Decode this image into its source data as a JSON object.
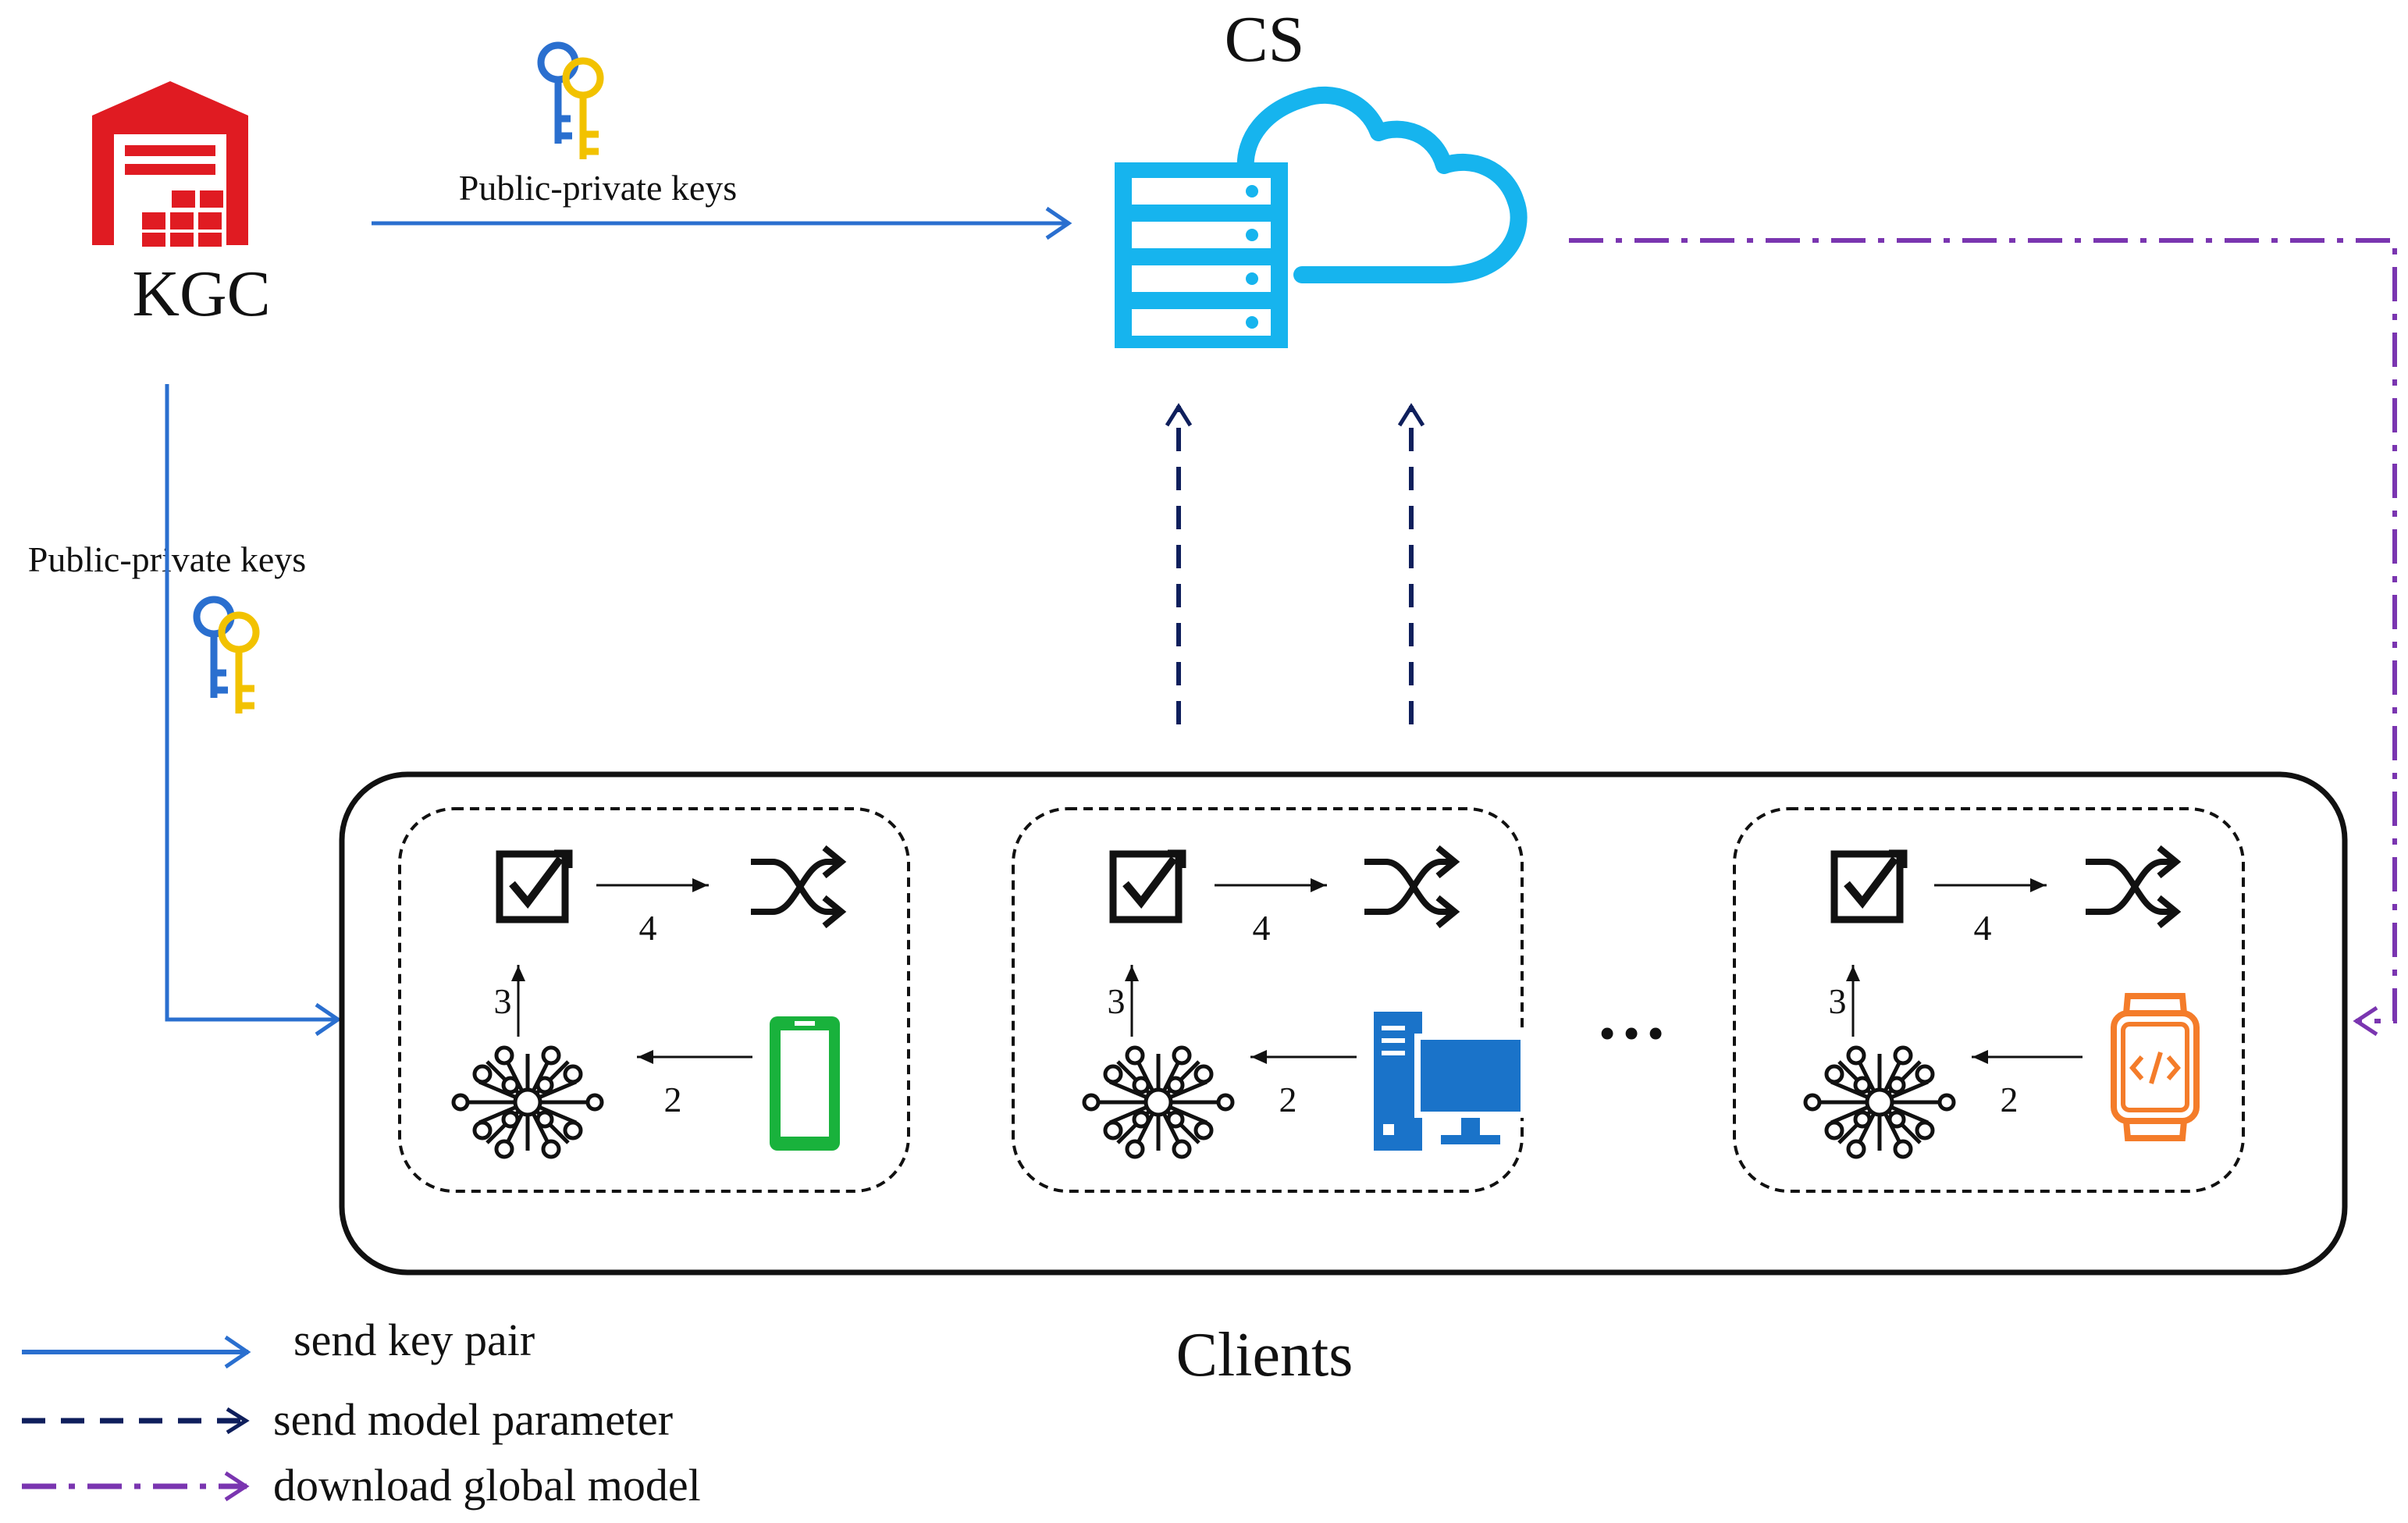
{
  "kgc": {
    "label": "KGC"
  },
  "cs": {
    "label": "CS"
  },
  "clients": {
    "label": "Clients",
    "ellipsis": "…",
    "groups": [
      {
        "device_icon": "smartphone-icon",
        "step_2": "2",
        "step_3": "3",
        "step_4": "4"
      },
      {
        "device_icon": "desktop-computer-icon",
        "step_2": "2",
        "step_3": "3",
        "step_4": "4"
      },
      {
        "device_icon": "smartwatch-icon",
        "step_2": "2",
        "step_3": "3",
        "step_4": "4"
      }
    ]
  },
  "edges": {
    "kgc_to_cs": "Public-private keys",
    "kgc_to_clients": "Public-private keys"
  },
  "legend": {
    "send_key_pair": "send key pair",
    "send_model_parameter": "send model parameter",
    "download_global_model": "download global model"
  },
  "colors": {
    "key_line": "#2a6fcf",
    "model_param_line": "#0f1f5c",
    "global_model_line": "#7a35b0",
    "kgc_red": "#e01b22",
    "cloud_cyan": "#16b4ee",
    "phone_green": "#19b23c",
    "pc_blue": "#1a73c9",
    "watch_orange": "#f47c2a",
    "key_blue": "#2a6fcf",
    "key_yellow": "#f2c200"
  }
}
